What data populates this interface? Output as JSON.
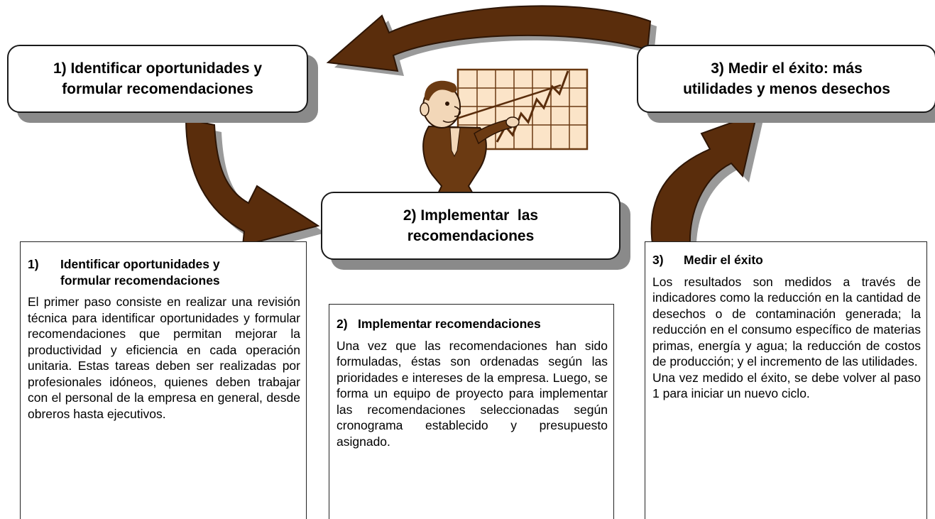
{
  "cards": {
    "step1": {
      "line1": "1) Identificar oportunidades y",
      "line2": "formular recomendaciones"
    },
    "step2": {
      "line1": "2) Implementar  las",
      "line2": "recomendaciones"
    },
    "step3": {
      "line1": "3) Medir el éxito: más",
      "line2": "utilidades y menos desechos"
    }
  },
  "panels": {
    "step1": {
      "number": "1)",
      "title_line1": "Identificar oportunidades y",
      "title_line2": "formular recomendaciones",
      "body": "El primer paso consiste en realizar una revisión técnica para identificar oportunidades y formular recomendaciones que permitan mejorar la productividad y eficiencia en cada operación unitaria. Estas tareas deben ser realizadas por profesionales idóneos, quienes deben trabajar con el personal de la empresa en general, desde obreros hasta ejecutivos."
    },
    "step2": {
      "number": "2)",
      "title": "Implementar recomendaciones",
      "body": "Una vez que las recomendaciones han sido formuladas, éstas son ordenadas según las prioridades e intereses de la empresa. Luego, se forma un equipo de proyecto para implementar las recomendaciones seleccionadas según  cronograma establecido y presupuesto asignado."
    },
    "step3": {
      "number": "3)",
      "title": "Medir el éxito",
      "body": "Los resultados son medidos a través de indicadores como la reducción en la cantidad de desechos o de contaminación generada; la reducción en el consumo específico de materias primas, energía y agua; la reducción de costos de producción; y el incremento de las utilidades.",
      "body2": "Una vez medido el éxito, se debe volver al paso 1 para iniciar un nuevo ciclo."
    }
  },
  "colors": {
    "arrow_fill": "#5a2d0c",
    "arrow_shadow": "#9a9a9a",
    "card_shadow": "#8a8a8a",
    "chart_fill": "#fbe4c8",
    "chart_line": "#6b3a12"
  },
  "illustration": {
    "icon": "presenter-chart-icon"
  }
}
